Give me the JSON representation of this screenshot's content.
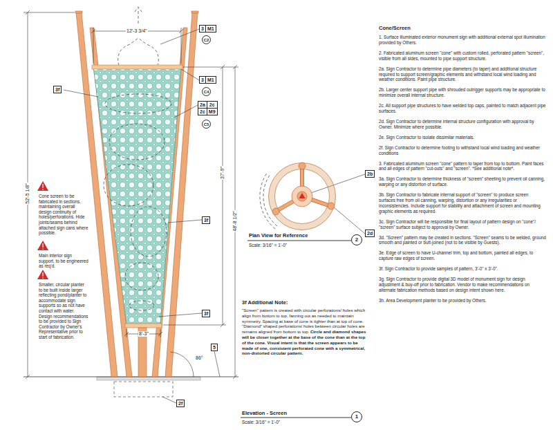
{
  "diagram": {
    "nodes": [
      {
        "text": [
          "3",
          "M1"
        ]
      },
      {
        "text": [
          "C2"
        ]
      },
      {
        "text": [
          "3",
          "M1"
        ]
      },
      {
        "text": [
          "C4"
        ]
      },
      {
        "text": [
          "2a",
          "2c",
          "2c",
          "M9"
        ]
      },
      {
        "text": [
          "C5"
        ]
      },
      {
        "text": [
          "3f"
        ]
      },
      {
        "text": [
          "3f"
        ]
      },
      {
        "text": [
          "3f"
        ]
      },
      {
        "text": [
          "5"
        ]
      },
      {
        "text": [
          "2f"
        ]
      },
      {
        "text": [
          "2b"
        ]
      },
      {
        "text": [
          "2d"
        ]
      },
      {
        "text": [
          "2"
        ]
      },
      {
        "text": [
          "1"
        ]
      }
    ],
    "labels": [
      "12'-3 3/4\"",
      "52'-5 1/8\"",
      "48'-8 1/2\"",
      "37'-9\"",
      "8'-3\"",
      "86°",
      "Cone screen to be fabricated in sections, maintaining overall design continuity of holes/perforations. Hide joints/seams behind attached sign cans where possible.",
      "Main interior sign support, to be engineered as req'd.",
      "Smaller, circular planter to be built inside larger reflecting pond/planter to accommodate sign supports so as not have contact with water. Design recommendations to be provided to Sign Contractor by Owner's Representative prior to start of fabrication.",
      "Plan View for Reference",
      "Scale: 3/16\" = 1'-0\"",
      "Elevation - Screen",
      "Scale: 3/16\" = 1'-0\"",
      "3f Additional Note:",
      "\"Screen\" pattern is created with circular perforations/ holes which align from bottom to top, fanning out as needed to maintain symmetry. Spacing at base of cone is tighter than at top of cone. \"Diamond\" shaped perforations/ holes between circular holes are remains aligned from bottom to top.",
      "Circle and diamond shapes will be closer together at the base of the cone than at the top of the cone. Visual intent is that the screen appears to be made of one, consistent perforated cone with a symmetrical, non-distorted circular pattern.",
      "Cone/Screen",
      "1. Surface illuminated exterior monument sign with additional external spot illumination provided by Others.",
      "2. Fabricated aluminum screen \"cone\" with custom rolled, perforated pattern \"screen\", visible from all sides, mounted to pipe support structure.",
      "2a. Sign Contractor to determine pipe diameters (to taper) and additional structure required to support screen/graphic elements and withstand local wind loading and weather conditions. Paint pipe structure.",
      "2b. Larger center support pipe with shrouded outrigger supports may be appropriate to minimize overall internal structure.",
      "2c. All support pipe structures to have welded top caps, painted to match adjacent pipe surfaces.",
      "2d. Sign Contractor to determine internal structure configuration with approval by Owner. Minimize where possible.",
      "2e. Sign Contractor to isolate dissimilar materials.",
      "2f. Sign Contractor to determine footing to withstand local wind loading and weather conditions",
      "3. Fabricated aluminum screen \"cone\" pattern to taper from top to bottom. Paint faces and all edges of pattern \"cut-outs\" and \"screen\". *See additional note*.",
      "3a. Sign Contractor to determine thickness of \"screen\" sheeting to prevent oil canning, warping or any distortion of surface.",
      "3b. Sign Contractor to fabricate internal support of \"screen\" to produce screen surfaces free from oil canning, warping, distortion or any irregularities or inconsistencies. Include support for stability and attachment of screen and mounting graphic elements as required.",
      "3c. Sign Contractor will be responsible for final layout of pattern design on \"cone\"/ \"screen\" surface subject to approval by Owner.",
      "3d. \"Screen\" pattern may be created in sections. \"Screen\" seams to be welded, ground smooth and painted or butt-joined (not to be visible by Guests).",
      "3e. Edge of screen to have U-channel trim, top and bottom, painted all edges, to capture raw edges of screen.",
      "3f. Sign Contractor to provide samples of pattern, 3'-0\" x 3'-0\".",
      "3g. Sign Contractor to provide digital 3D model of monument sign for design adjustment & buy-off prior to fabrication. Vendor to make recommendations on alternate fabrication methods based on design intent shown here.",
      "3h. Area Development planter to be provided by Others."
    ]
  }
}
